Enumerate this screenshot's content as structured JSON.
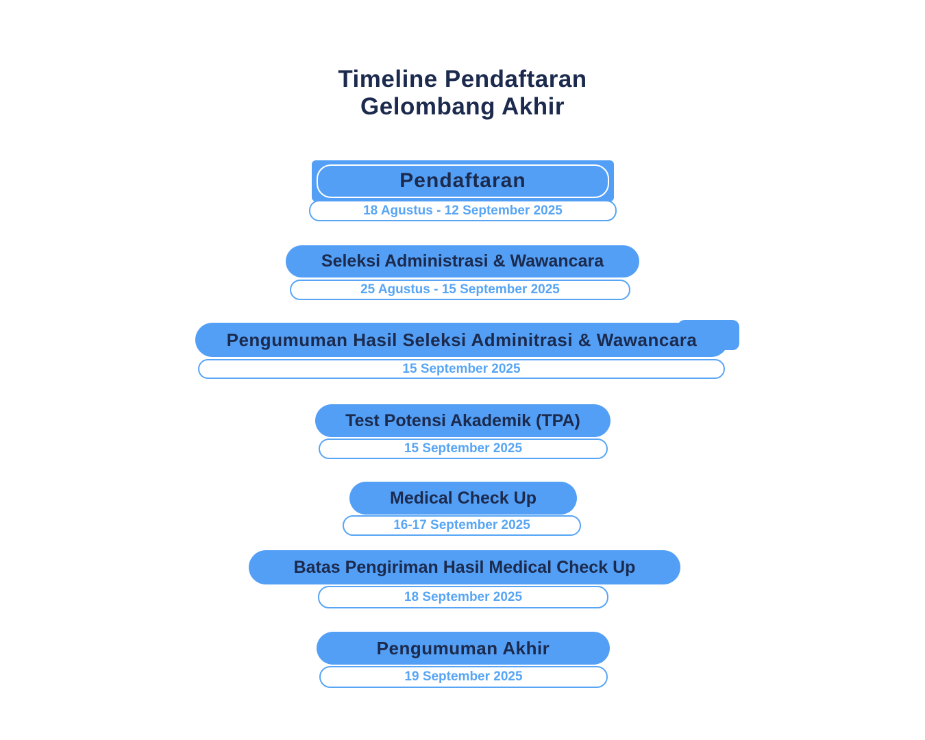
{
  "title": {
    "line1": "Timeline Pendaftaran",
    "line2": "Gelombang Akhir"
  },
  "colors": {
    "accent_blue": "#539ff6",
    "date_blue": "#57a5f4",
    "navy": "#1b2a4d",
    "background": "#ffffff"
  },
  "steps": [
    {
      "label": "Pendaftaran",
      "date": "18 Agustus - 12 September 2025"
    },
    {
      "label": "Seleksi Administrasi & Wawancara",
      "date": "25 Agustus - 15 September 2025"
    },
    {
      "label": "Pengumuman Hasil Seleksi Adminitrasi & Wawancara",
      "date": "15 September 2025"
    },
    {
      "label": "Test Potensi Akademik (TPA)",
      "date": "15 September 2025"
    },
    {
      "label": "Medical Check Up",
      "date": "16-17 September 2025"
    },
    {
      "label": "Batas Pengiriman Hasil Medical Check Up",
      "date": "18 September 2025"
    },
    {
      "label": "Pengumuman Akhir",
      "date": "19 September 2025"
    }
  ]
}
